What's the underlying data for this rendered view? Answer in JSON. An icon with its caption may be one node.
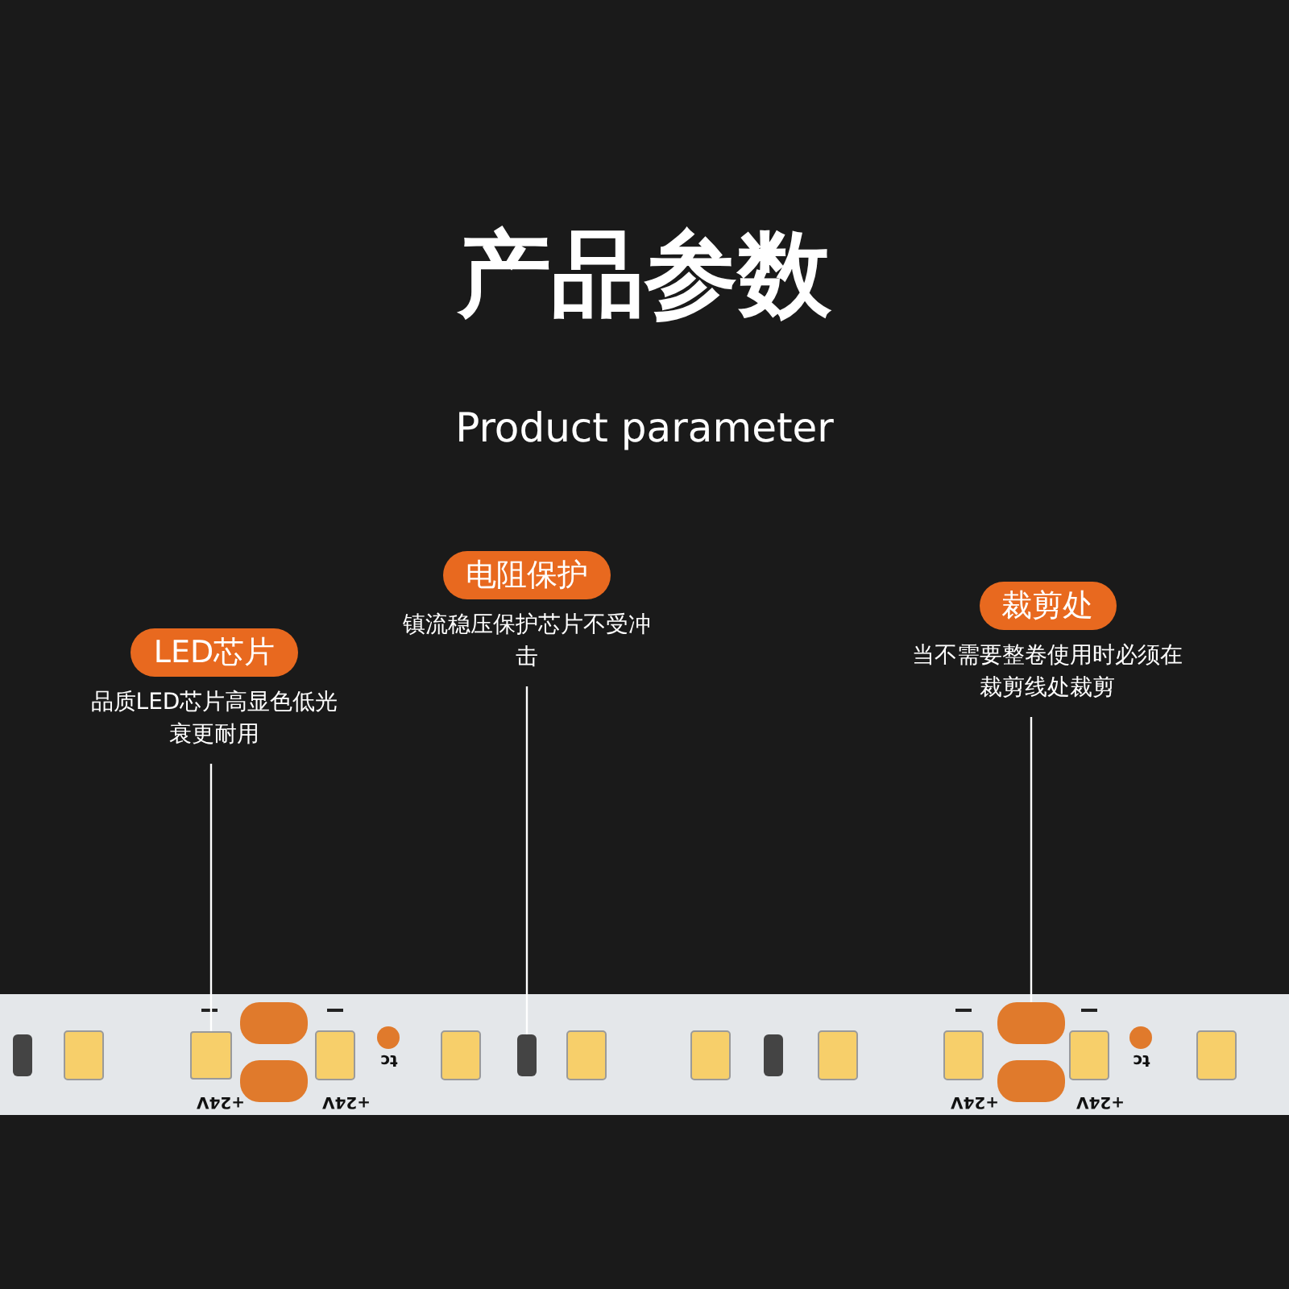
{
  "diagram": {
    "title": "产品参数",
    "nodes": [
      {
        "text": [
          "LED芯片",
          "品质LED芯片高显色低光衰更耐用"
        ]
      },
      {
        "text": [
          "电阻保护",
          "镇流稳压保护芯片不受冲击"
        ]
      },
      {
        "text": [
          "裁剪处",
          "当不需要整卷使用时必须在裁剪线处裁剪"
        ]
      },
      {
        "text": [],
        "shape": "box"
      },
      {
        "text": [],
        "shape": "box"
      },
      {
        "text": [],
        "shape": "box"
      }
    ],
    "edges": [
      {
        "from": 0,
        "to": 3,
        "arrow": "none"
      },
      {
        "from": 1,
        "to": 4,
        "arrow": "none"
      },
      {
        "from": 2,
        "to": 5,
        "arrow": "none"
      }
    ],
    "labels": [
      "Product parameter",
      "+24V",
      "+24V",
      "+24V",
      "+24V",
      "tc",
      "tc"
    ]
  }
}
